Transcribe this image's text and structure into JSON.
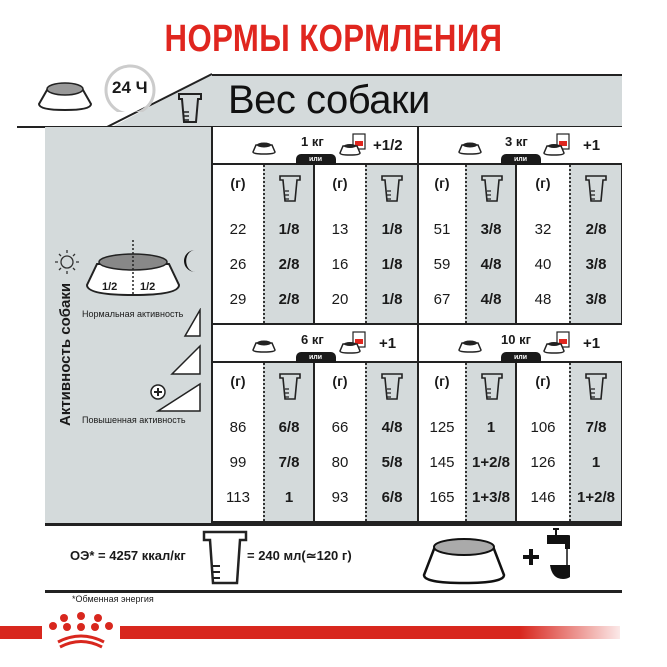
{
  "title": "НОРМЫ КОРМЛЕНИЯ",
  "header": {
    "period_label": "24 Ч",
    "weight_title": "Вес собаки",
    "icons": [
      "food-bowl-icon",
      "clock-icon",
      "measuring-cup-icon"
    ]
  },
  "side": {
    "axis_label": "Активность собаки",
    "half_left": "1/2",
    "half_right": "1/2",
    "normal_activity": "Нормальная активность",
    "high_activity": "Повышенная активность",
    "icons": [
      "sun-icon",
      "moon-icon",
      "food-bowl-icon",
      "plus-circle-icon"
    ]
  },
  "column_headers": {
    "grams": "(г)",
    "cup_icon": "measuring-cup-icon"
  },
  "or_label": "или",
  "blocks": [
    {
      "weight": "1 кг",
      "wet_addition": "+1/2",
      "dry_only": {
        "grams": [
          "22",
          "26",
          "29"
        ],
        "cups": [
          "1/8",
          "2/8",
          "2/8"
        ]
      },
      "with_wet": {
        "grams": [
          "13",
          "16",
          "20"
        ],
        "cups": [
          "1/8",
          "1/8",
          "1/8"
        ]
      }
    },
    {
      "weight": "3 кг",
      "wet_addition": "+1",
      "dry_only": {
        "grams": [
          "51",
          "59",
          "67"
        ],
        "cups": [
          "3/8",
          "4/8",
          "4/8"
        ]
      },
      "with_wet": {
        "grams": [
          "32",
          "40",
          "48"
        ],
        "cups": [
          "2/8",
          "3/8",
          "3/8"
        ]
      }
    },
    {
      "weight": "6 кг",
      "wet_addition": "+1",
      "dry_only": {
        "grams": [
          "86",
          "99",
          "113"
        ],
        "cups": [
          "6/8",
          "7/8",
          "1"
        ]
      },
      "with_wet": {
        "grams": [
          "66",
          "80",
          "93"
        ],
        "cups": [
          "4/8",
          "5/8",
          "6/8"
        ]
      }
    },
    {
      "weight": "10 кг",
      "wet_addition": "+1",
      "dry_only": {
        "grams": [
          "125",
          "145",
          "165"
        ],
        "cups": [
          "1",
          "1+2/8",
          "1+3/8"
        ]
      },
      "with_wet": {
        "grams": [
          "106",
          "126",
          "146"
        ],
        "cups": [
          "7/8",
          "1",
          "1+2/8"
        ]
      }
    }
  ],
  "footer": {
    "energy": "ОЭ* = 4257 ккал/кг",
    "cup_equivalent": "= 240 мл(≃120 г)",
    "footnote": "*Обменная энергия",
    "icons": [
      "measuring-cup-icon",
      "food-bowl-icon",
      "plus-icon",
      "water-tap-icon"
    ]
  },
  "colors": {
    "brand_red": "#e0261f",
    "panel_gray": "#d4dadb",
    "line": "#222222"
  },
  "brand_logo": "royal-crown-logo"
}
